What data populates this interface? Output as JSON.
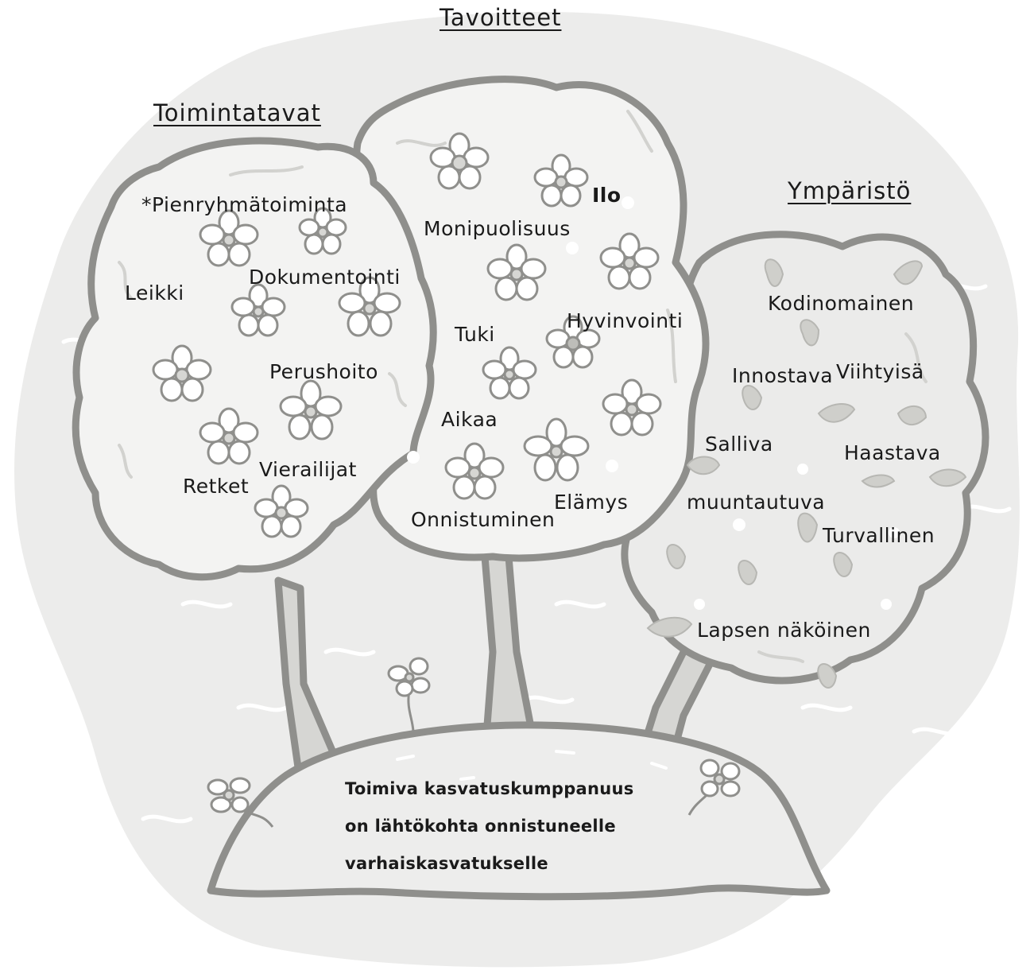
{
  "colors": {
    "background_blob": "#ececeb",
    "canopy_fill": "#f3f3f2",
    "outline": "#8f8f8c",
    "trunk_fill": "#d6d6d3",
    "hill_fill": "#ededec",
    "leaf_fill": "#cfcfcb",
    "text": "#1a1a1a"
  },
  "headings": {
    "center": "Tavoitteet",
    "left": "Toimintatavat",
    "right": "Ympäristö"
  },
  "left_tree": {
    "items": [
      "*Pienryhmätoiminta",
      "Leikki",
      "Dokumentointi",
      "Perushoito",
      "Retket",
      "Vierailijat"
    ]
  },
  "center_tree": {
    "items": [
      "Ilo",
      "Monipuolisuus",
      "Tuki",
      "Hyvinvointi",
      "Aikaa",
      "Onnistuminen",
      "Elämys"
    ]
  },
  "right_tree": {
    "items": [
      "Kodinomainen",
      "Innostava",
      "Viihtyisä",
      "Salliva",
      "Haastava",
      "muuntautuva",
      "Turvallinen",
      "Lapsen näköinen"
    ]
  },
  "hill": {
    "caption_lines": [
      "Toimiva kasvatuskumppanuus",
      "on lähtökohta onnistuneelle",
      "varhaiskasvatukselle"
    ]
  }
}
